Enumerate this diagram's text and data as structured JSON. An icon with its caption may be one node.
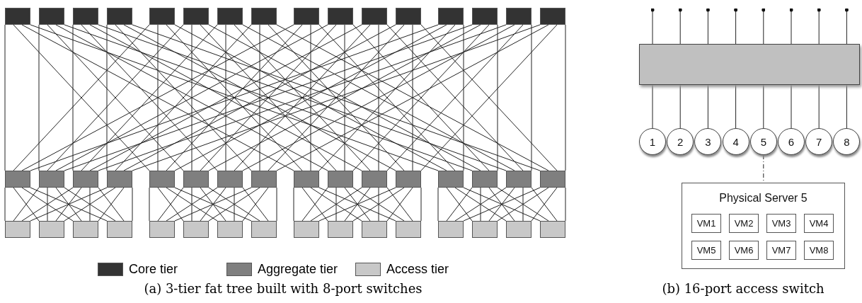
{
  "diagram": {
    "nodes": [
      {
        "text": [],
        "shape": "box"
      },
      {
        "text": [],
        "shape": "box"
      },
      {
        "text": [],
        "shape": "box"
      },
      {
        "text": [],
        "shape": "box"
      },
      {
        "text": [],
        "shape": "box"
      },
      {
        "text": [],
        "shape": "box"
      },
      {
        "text": [],
        "shape": "box"
      },
      {
        "text": [],
        "shape": "box"
      },
      {
        "text": [],
        "shape": "box"
      },
      {
        "text": [],
        "shape": "box"
      },
      {
        "text": [],
        "shape": "box"
      },
      {
        "text": [],
        "shape": "box"
      },
      {
        "text": [],
        "shape": "box"
      },
      {
        "text": [],
        "shape": "box"
      },
      {
        "text": [],
        "shape": "box"
      },
      {
        "text": [],
        "shape": "box"
      },
      {
        "text": [],
        "shape": "box"
      },
      {
        "text": [],
        "shape": "box"
      },
      {
        "text": [],
        "shape": "box"
      },
      {
        "text": [],
        "shape": "box"
      },
      {
        "text": [],
        "shape": "box"
      },
      {
        "text": [],
        "shape": "box"
      },
      {
        "text": [],
        "shape": "box"
      },
      {
        "text": [],
        "shape": "box"
      },
      {
        "text": [],
        "shape": "box"
      },
      {
        "text": [],
        "shape": "box"
      },
      {
        "text": [],
        "shape": "box"
      },
      {
        "text": [],
        "shape": "box"
      },
      {
        "text": [],
        "shape": "box"
      },
      {
        "text": [],
        "shape": "box"
      },
      {
        "text": [],
        "shape": "box"
      },
      {
        "text": [],
        "shape": "box"
      },
      {
        "text": [],
        "shape": "box"
      },
      {
        "text": [],
        "shape": "box"
      },
      {
        "text": [],
        "shape": "box"
      },
      {
        "text": [],
        "shape": "box"
      },
      {
        "text": [],
        "shape": "box"
      },
      {
        "text": [],
        "shape": "box"
      },
      {
        "text": [],
        "shape": "box"
      },
      {
        "text": [],
        "shape": "box"
      },
      {
        "text": [],
        "shape": "box"
      },
      {
        "text": [],
        "shape": "box"
      },
      {
        "text": [],
        "shape": "box"
      },
      {
        "text": [],
        "shape": "box"
      },
      {
        "text": [],
        "shape": "box"
      },
      {
        "text": [],
        "shape": "box"
      },
      {
        "text": [],
        "shape": "box"
      },
      {
        "text": [],
        "shape": "box"
      },
      {
        "text": [],
        "shape": "box"
      },
      {
        "text": [
          "1"
        ]
      },
      {
        "text": [
          "2"
        ]
      },
      {
        "text": [
          "3"
        ]
      },
      {
        "text": [
          "4"
        ]
      },
      {
        "text": [
          "5"
        ]
      },
      {
        "text": [
          "6"
        ]
      },
      {
        "text": [
          "7"
        ]
      },
      {
        "text": [
          "8"
        ]
      },
      {
        "text": [
          "Physical Server 5"
        ]
      },
      {
        "text": [
          "VM1"
        ],
        "in": 57
      },
      {
        "text": [
          "VM2"
        ],
        "in": 57
      },
      {
        "text": [
          "VM3"
        ],
        "in": 57
      },
      {
        "text": [
          "VM4"
        ],
        "in": 57
      },
      {
        "text": [
          "VM5"
        ],
        "in": 57
      },
      {
        "text": [
          "VM6"
        ],
        "in": 57
      },
      {
        "text": [
          "VM7"
        ],
        "in": 57
      },
      {
        "text": [
          "VM8"
        ],
        "in": 57
      }
    ],
    "edges": [
      {
        "from": 0,
        "to": 16,
        "arrow": "none"
      },
      {
        "from": 0,
        "to": 20,
        "arrow": "none"
      },
      {
        "from": 0,
        "to": 24,
        "arrow": "none"
      },
      {
        "from": 0,
        "to": 28,
        "arrow": "none"
      },
      {
        "from": 1,
        "to": 17,
        "arrow": "none"
      },
      {
        "from": 1,
        "to": 21,
        "arrow": "none"
      },
      {
        "from": 1,
        "to": 25,
        "arrow": "none"
      },
      {
        "from": 1,
        "to": 29,
        "arrow": "none"
      },
      {
        "from": 2,
        "to": 18,
        "arrow": "none"
      },
      {
        "from": 2,
        "to": 22,
        "arrow": "none"
      },
      {
        "from": 2,
        "to": 26,
        "arrow": "none"
      },
      {
        "from": 2,
        "to": 30,
        "arrow": "none"
      },
      {
        "from": 3,
        "to": 19,
        "arrow": "none"
      },
      {
        "from": 3,
        "to": 23,
        "arrow": "none"
      },
      {
        "from": 3,
        "to": 27,
        "arrow": "none"
      },
      {
        "from": 3,
        "to": 31,
        "arrow": "none"
      },
      {
        "from": 4,
        "to": 16,
        "arrow": "none"
      },
      {
        "from": 4,
        "to": 20,
        "arrow": "none"
      },
      {
        "from": 4,
        "to": 24,
        "arrow": "none"
      },
      {
        "from": 4,
        "to": 28,
        "arrow": "none"
      },
      {
        "from": 5,
        "to": 17,
        "arrow": "none"
      },
      {
        "from": 5,
        "to": 21,
        "arrow": "none"
      },
      {
        "from": 5,
        "to": 25,
        "arrow": "none"
      },
      {
        "from": 5,
        "to": 29,
        "arrow": "none"
      },
      {
        "from": 6,
        "to": 18,
        "arrow": "none"
      },
      {
        "from": 6,
        "to": 22,
        "arrow": "none"
      },
      {
        "from": 6,
        "to": 26,
        "arrow": "none"
      },
      {
        "from": 6,
        "to": 30,
        "arrow": "none"
      },
      {
        "from": 7,
        "to": 19,
        "arrow": "none"
      },
      {
        "from": 7,
        "to": 23,
        "arrow": "none"
      },
      {
        "from": 7,
        "to": 27,
        "arrow": "none"
      },
      {
        "from": 7,
        "to": 31,
        "arrow": "none"
      },
      {
        "from": 8,
        "to": 16,
        "arrow": "none"
      },
      {
        "from": 8,
        "to": 20,
        "arrow": "none"
      },
      {
        "from": 8,
        "to": 24,
        "arrow": "none"
      },
      {
        "from": 8,
        "to": 28,
        "arrow": "none"
      },
      {
        "from": 9,
        "to": 17,
        "arrow": "none"
      },
      {
        "from": 9,
        "to": 21,
        "arrow": "none"
      },
      {
        "from": 9,
        "to": 25,
        "arrow": "none"
      },
      {
        "from": 9,
        "to": 29,
        "arrow": "none"
      },
      {
        "from": 10,
        "to": 18,
        "arrow": "none"
      },
      {
        "from": 10,
        "to": 22,
        "arrow": "none"
      },
      {
        "from": 10,
        "to": 26,
        "arrow": "none"
      },
      {
        "from": 10,
        "to": 30,
        "arrow": "none"
      },
      {
        "from": 11,
        "to": 19,
        "arrow": "none"
      },
      {
        "from": 11,
        "to": 23,
        "arrow": "none"
      },
      {
        "from": 11,
        "to": 27,
        "arrow": "none"
      },
      {
        "from": 11,
        "to": 31,
        "arrow": "none"
      },
      {
        "from": 12,
        "to": 16,
        "arrow": "none"
      },
      {
        "from": 12,
        "to": 20,
        "arrow": "none"
      },
      {
        "from": 12,
        "to": 24,
        "arrow": "none"
      },
      {
        "from": 12,
        "to": 28,
        "arrow": "none"
      },
      {
        "from": 13,
        "to": 17,
        "arrow": "none"
      },
      {
        "from": 13,
        "to": 21,
        "arrow": "none"
      },
      {
        "from": 13,
        "to": 25,
        "arrow": "none"
      },
      {
        "from": 13,
        "to": 29,
        "arrow": "none"
      },
      {
        "from": 14,
        "to": 18,
        "arrow": "none"
      },
      {
        "from": 14,
        "to": 22,
        "arrow": "none"
      },
      {
        "from": 14,
        "to": 26,
        "arrow": "none"
      },
      {
        "from": 14,
        "to": 30,
        "arrow": "none"
      },
      {
        "from": 15,
        "to": 19,
        "arrow": "none"
      },
      {
        "from": 15,
        "to": 23,
        "arrow": "none"
      },
      {
        "from": 15,
        "to": 27,
        "arrow": "none"
      },
      {
        "from": 15,
        "to": 31,
        "arrow": "none"
      },
      {
        "from": 16,
        "to": 32,
        "arrow": "none"
      },
      {
        "from": 16,
        "to": 33,
        "arrow": "none"
      },
      {
        "from": 16,
        "to": 34,
        "arrow": "none"
      },
      {
        "from": 16,
        "to": 35,
        "arrow": "none"
      },
      {
        "from": 17,
        "to": 32,
        "arrow": "none"
      },
      {
        "from": 17,
        "to": 33,
        "arrow": "none"
      },
      {
        "from": 17,
        "to": 34,
        "arrow": "none"
      },
      {
        "from": 17,
        "to": 35,
        "arrow": "none"
      },
      {
        "from": 18,
        "to": 32,
        "arrow": "none"
      },
      {
        "from": 18,
        "to": 33,
        "arrow": "none"
      },
      {
        "from": 18,
        "to": 34,
        "arrow": "none"
      },
      {
        "from": 18,
        "to": 35,
        "arrow": "none"
      },
      {
        "from": 19,
        "to": 32,
        "arrow": "none"
      },
      {
        "from": 19,
        "to": 33,
        "arrow": "none"
      },
      {
        "from": 19,
        "to": 34,
        "arrow": "none"
      },
      {
        "from": 19,
        "to": 35,
        "arrow": "none"
      },
      {
        "from": 20,
        "to": 36,
        "arrow": "none"
      },
      {
        "from": 20,
        "to": 37,
        "arrow": "none"
      },
      {
        "from": 20,
        "to": 38,
        "arrow": "none"
      },
      {
        "from": 20,
        "to": 39,
        "arrow": "none"
      },
      {
        "from": 21,
        "to": 36,
        "arrow": "none"
      },
      {
        "from": 21,
        "to": 37,
        "arrow": "none"
      },
      {
        "from": 21,
        "to": 38,
        "arrow": "none"
      },
      {
        "from": 21,
        "to": 39,
        "arrow": "none"
      },
      {
        "from": 22,
        "to": 36,
        "arrow": "none"
      },
      {
        "from": 22,
        "to": 37,
        "arrow": "none"
      },
      {
        "from": 22,
        "to": 38,
        "arrow": "none"
      },
      {
        "from": 22,
        "to": 39,
        "arrow": "none"
      },
      {
        "from": 23,
        "to": 36,
        "arrow": "none"
      },
      {
        "from": 23,
        "to": 37,
        "arrow": "none"
      },
      {
        "from": 23,
        "to": 38,
        "arrow": "none"
      },
      {
        "from": 23,
        "to": 39,
        "arrow": "none"
      },
      {
        "from": 24,
        "to": 40,
        "arrow": "none"
      },
      {
        "from": 24,
        "to": 41,
        "arrow": "none"
      },
      {
        "from": 24,
        "to": 42,
        "arrow": "none"
      },
      {
        "from": 24,
        "to": 43,
        "arrow": "none"
      },
      {
        "from": 25,
        "to": 40,
        "arrow": "none"
      },
      {
        "from": 25,
        "to": 41,
        "arrow": "none"
      },
      {
        "from": 25,
        "to": 42,
        "arrow": "none"
      },
      {
        "from": 25,
        "to": 43,
        "arrow": "none"
      },
      {
        "from": 26,
        "to": 40,
        "arrow": "none"
      },
      {
        "from": 26,
        "to": 41,
        "arrow": "none"
      },
      {
        "from": 26,
        "to": 42,
        "arrow": "none"
      },
      {
        "from": 26,
        "to": 43,
        "arrow": "none"
      },
      {
        "from": 27,
        "to": 40,
        "arrow": "none"
      },
      {
        "from": 27,
        "to": 41,
        "arrow": "none"
      },
      {
        "from": 27,
        "to": 42,
        "arrow": "none"
      },
      {
        "from": 27,
        "to": 43,
        "arrow": "none"
      },
      {
        "from": 28,
        "to": 44,
        "arrow": "none"
      },
      {
        "from": 28,
        "to": 45,
        "arrow": "none"
      },
      {
        "from": 28,
        "to": 46,
        "arrow": "none"
      },
      {
        "from": 28,
        "to": 47,
        "arrow": "none"
      },
      {
        "from": 29,
        "to": 44,
        "arrow": "none"
      },
      {
        "from": 29,
        "to": 45,
        "arrow": "none"
      },
      {
        "from": 29,
        "to": 46,
        "arrow": "none"
      },
      {
        "from": 29,
        "to": 47,
        "arrow": "none"
      },
      {
        "from": 30,
        "to": 44,
        "arrow": "none"
      },
      {
        "from": 30,
        "to": 45,
        "arrow": "none"
      },
      {
        "from": 30,
        "to": 46,
        "arrow": "none"
      },
      {
        "from": 30,
        "to": 47,
        "arrow": "none"
      },
      {
        "from": 31,
        "to": 44,
        "arrow": "none"
      },
      {
        "from": 31,
        "to": 45,
        "arrow": "none"
      },
      {
        "from": 31,
        "to": 46,
        "arrow": "none"
      },
      {
        "from": 31,
        "to": 47,
        "arrow": "none"
      },
      {
        "from": 48,
        "to": null,
        "arrow": "other"
      },
      {
        "from": 48,
        "to": null,
        "arrow": "other"
      },
      {
        "from": 48,
        "to": null,
        "arrow": "other"
      },
      {
        "from": 48,
        "to": null,
        "arrow": "other"
      },
      {
        "from": 48,
        "to": null,
        "arrow": "other"
      },
      {
        "from": 48,
        "to": null,
        "arrow": "other"
      },
      {
        "from": 48,
        "to": null,
        "arrow": "other"
      },
      {
        "from": 48,
        "to": null,
        "arrow": "other"
      },
      {
        "from": 48,
        "to": 49,
        "arrow": "none"
      },
      {
        "from": 48,
        "to": 50,
        "arrow": "none"
      },
      {
        "from": 48,
        "to": 51,
        "arrow": "none"
      },
      {
        "from": 48,
        "to": 52,
        "arrow": "none"
      },
      {
        "from": 48,
        "to": 53,
        "arrow": "none"
      },
      {
        "from": 48,
        "to": 54,
        "arrow": "none"
      },
      {
        "from": 48,
        "to": 55,
        "arrow": "none"
      },
      {
        "from": 48,
        "to": 56,
        "arrow": "none"
      },
      {
        "from": 53,
        "to": 57,
        "arrow": "none",
        "style": "dashed"
      }
    ],
    "labels": [
      "(a) 3-tier fat tree built with 8-port switches",
      "(b) 16-port access switch"
    ],
    "legend": [
      {
        "text": "Core tier",
        "color": "#333333"
      },
      {
        "text": "Aggregate tier",
        "color": "#7f7f7f"
      },
      {
        "text": "Access tier",
        "color": "#c8c8c8"
      }
    ]
  }
}
